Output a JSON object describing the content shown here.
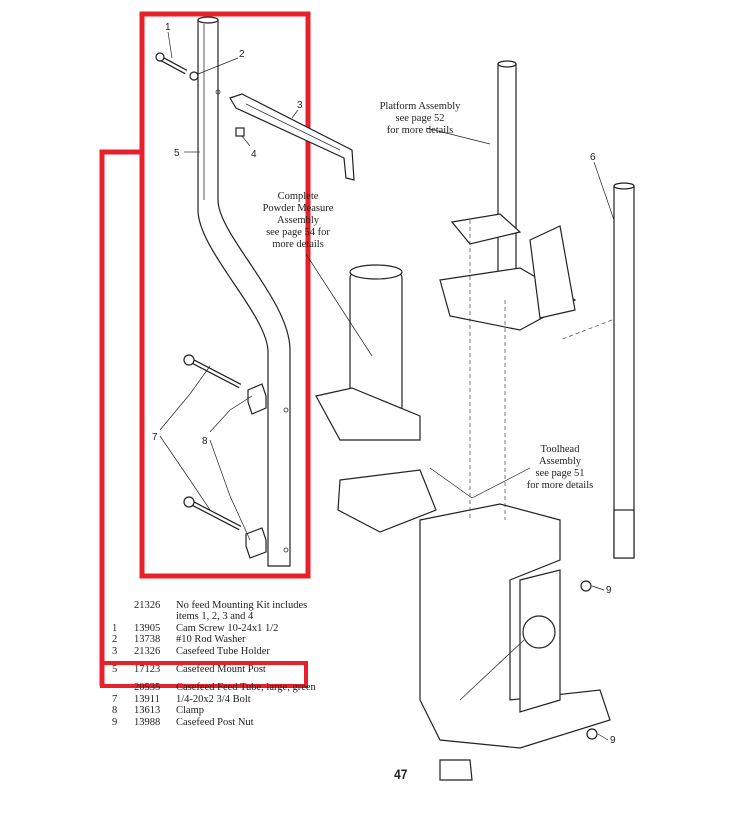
{
  "callouts": {
    "c1": "1",
    "c2": "2",
    "c3": "3",
    "c4": "4",
    "c5": "5",
    "c6": "6",
    "c7": "7",
    "c8": "8",
    "c9a": "9",
    "c9b": "9"
  },
  "assembly_notes": {
    "platform": [
      "Platform Assembly",
      "see page 52",
      "for more details"
    ],
    "powder": [
      "Complete",
      "Powder Measure",
      "Assembly",
      "see page 54 for",
      "more details"
    ],
    "toolhead": [
      "Toolhead",
      "Assembly",
      "see page 51",
      "for more details"
    ]
  },
  "parts_list": [
    {
      "num": "",
      "part": "21326",
      "desc": "No feed Mounting Kit includes"
    },
    {
      "num": "",
      "part": "",
      "desc": "items 1, 2, 3 and 4"
    },
    {
      "num": "1",
      "part": "13905",
      "desc": "Cam Screw 10-24x1 1/2"
    },
    {
      "num": "2",
      "part": "13738",
      "desc": "#10 Rod Washer"
    },
    {
      "num": "3",
      "part": "21326",
      "desc": "Casefeed Tube Holder"
    },
    {
      "num": "5",
      "part": "17123",
      "desc": "Casefeed Mount Post",
      "highlight": true
    },
    {
      "num": "",
      "part": "20535",
      "desc": "Casefeed Feed Tube, large, green"
    },
    {
      "num": "7",
      "part": "13911",
      "desc": "1/4-20x2 3/4 Bolt"
    },
    {
      "num": "8",
      "part": "13613",
      "desc": "Clamp"
    },
    {
      "num": "9",
      "part": "13988",
      "desc": "Casefeed Post Nut"
    }
  ],
  "page_number": "47",
  "colors": {
    "highlight": "#e8202a",
    "ink": "#222222"
  }
}
